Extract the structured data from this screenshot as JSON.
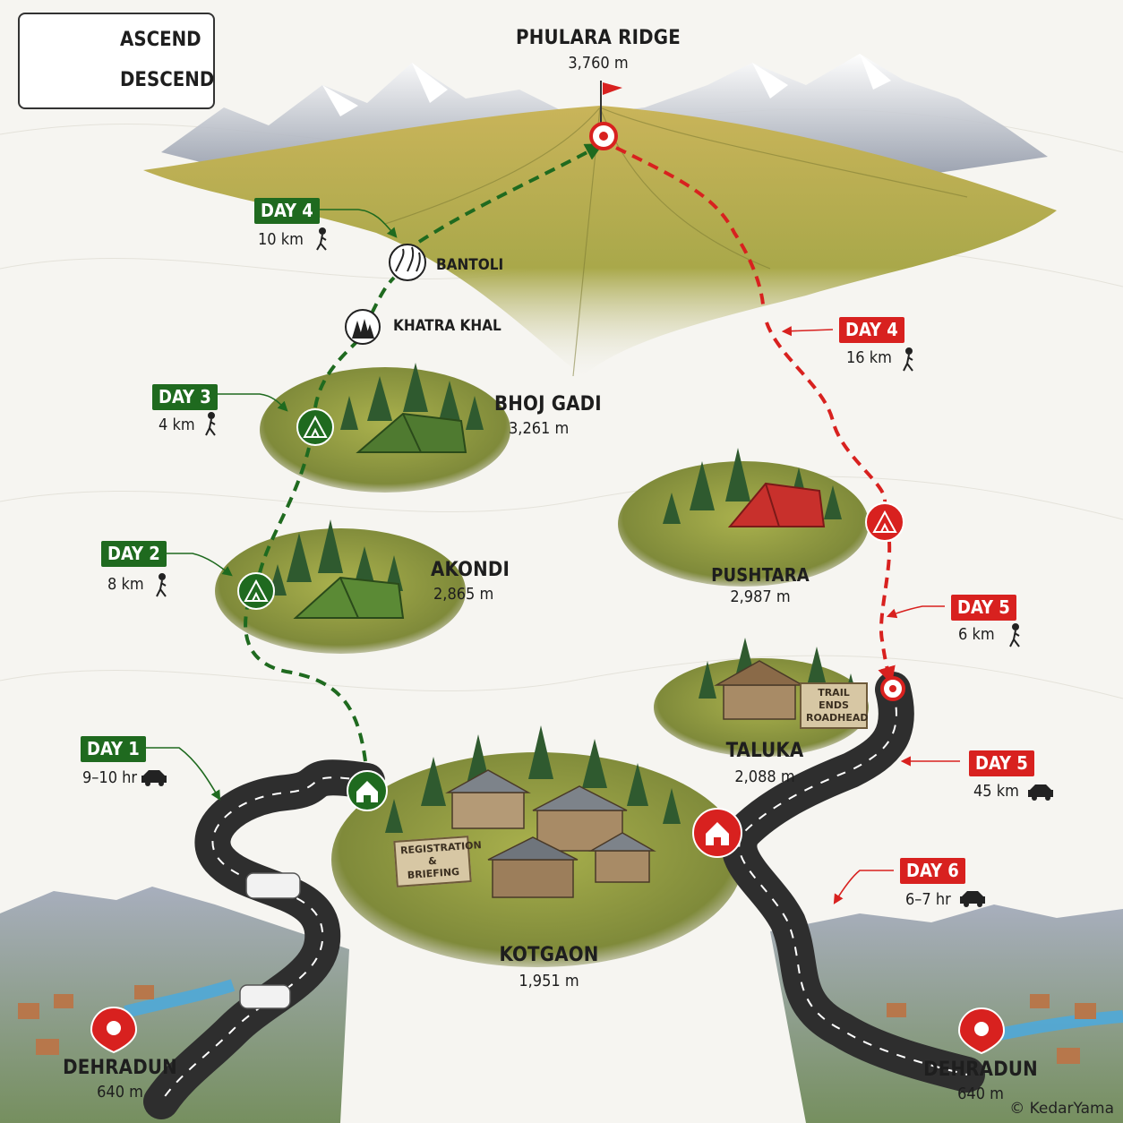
{
  "legend": {
    "ascend": "ASCEND",
    "descend": "DESCEND"
  },
  "summit": {
    "name": "PHULARA RIDGE",
    "altitude": "3,760 m"
  },
  "places": {
    "bantoli": "BANTOLI",
    "khatra_khal": "KHATRA KHAL",
    "bhoj_gadi": {
      "name": "BHOJ GADI",
      "altitude": "3,261 m"
    },
    "akondi": {
      "name": "AKONDI",
      "altitude": "2,865 m"
    },
    "kotgaon": {
      "name": "KOTGAON",
      "altitude": "1,951 m"
    },
    "pushtara": {
      "name": "PUSHTARA",
      "altitude": "2,987 m"
    },
    "taluka": {
      "name": "TALUKA",
      "altitude": "2,088 m"
    },
    "dehradun_start": {
      "name": "DEHRADUN",
      "altitude": "640 m"
    },
    "dehradun_end": {
      "name": "DEHRADUN",
      "altitude": "640 m"
    }
  },
  "signs": {
    "registration": "REGISTRATION & BRIEFING",
    "trail_end": "TRAIL ENDS ROADHEAD"
  },
  "ascent_days": [
    {
      "day": "DAY 1",
      "distance": "9–10 hr",
      "mode": "car-icon"
    },
    {
      "day": "DAY 2",
      "distance": "8 km",
      "mode": "hiker-icon"
    },
    {
      "day": "DAY 3",
      "distance": "4 km",
      "mode": "hiker-icon"
    },
    {
      "day": "DAY 4",
      "distance": "10 km",
      "mode": "hiker-icon"
    }
  ],
  "descent_days": [
    {
      "day": "DAY 4",
      "distance": "16 km",
      "mode": "hiker-icon"
    },
    {
      "day": "DAY 5",
      "distance": "6 km",
      "mode": "hiker-icon"
    },
    {
      "day": "DAY 5",
      "distance": "45 km",
      "mode": "car-icon"
    },
    {
      "day": "DAY 6",
      "distance": "6–7 hr",
      "mode": "car-icon"
    }
  ],
  "colors": {
    "ascend": "#1f6a1f",
    "descend": "#d8211f",
    "road": "#3a3a3a"
  },
  "credit": "© KedarYama"
}
